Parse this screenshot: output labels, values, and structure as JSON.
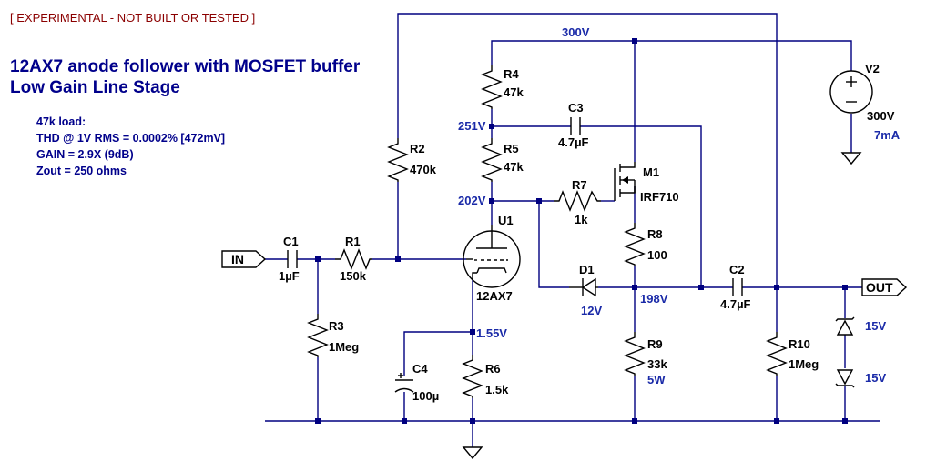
{
  "header": {
    "warning": "[ EXPERIMENTAL - NOT BUILT OR TESTED ]",
    "title_line1": "12AX7 anode follower with MOSFET buffer",
    "title_line2": "Low Gain Line Stage"
  },
  "notes": {
    "line1": "47k load:",
    "line2": "THD @ 1V RMS = 0.0002%  [472mV]",
    "line3": "GAIN = 2.9X (9dB)",
    "line4": "Zout = 250 ohms"
  },
  "ports": {
    "input": "IN",
    "output": "OUT"
  },
  "nets": {
    "supply": "300V",
    "v251": "251V",
    "v202": "202V",
    "v198": "198V",
    "v155": "1.55V"
  },
  "components": {
    "V2": {
      "name": "V2",
      "value": "300V",
      "extra": "7mA"
    },
    "R4": {
      "name": "R4",
      "value": "47k"
    },
    "R5": {
      "name": "R5",
      "value": "47k"
    },
    "R2": {
      "name": "R2",
      "value": "470k"
    },
    "C3": {
      "name": "C3",
      "value": "4.7µF"
    },
    "M1": {
      "name": "M1",
      "value": "IRF710"
    },
    "R7": {
      "name": "R7",
      "value": "1k"
    },
    "R8": {
      "name": "R8",
      "value": "100"
    },
    "U1": {
      "name": "U1",
      "value": "12AX7"
    },
    "C1": {
      "name": "C1",
      "value": "1µF"
    },
    "R1": {
      "name": "R1",
      "value": "150k"
    },
    "D1": {
      "name": "D1",
      "value": "12V"
    },
    "C2": {
      "name": "C2",
      "value": "4.7µF"
    },
    "R3": {
      "name": "R3",
      "value": "1Meg"
    },
    "R9": {
      "name": "R9",
      "value": "33k",
      "extra": "5W"
    },
    "R10": {
      "name": "R10",
      "value": "1Meg"
    },
    "C4": {
      "name": "C4",
      "value": "100µ"
    },
    "R6": {
      "name": "R6",
      "value": "1.5k"
    },
    "Z1": {
      "value": "15V"
    },
    "Z2": {
      "value": "15V"
    }
  }
}
